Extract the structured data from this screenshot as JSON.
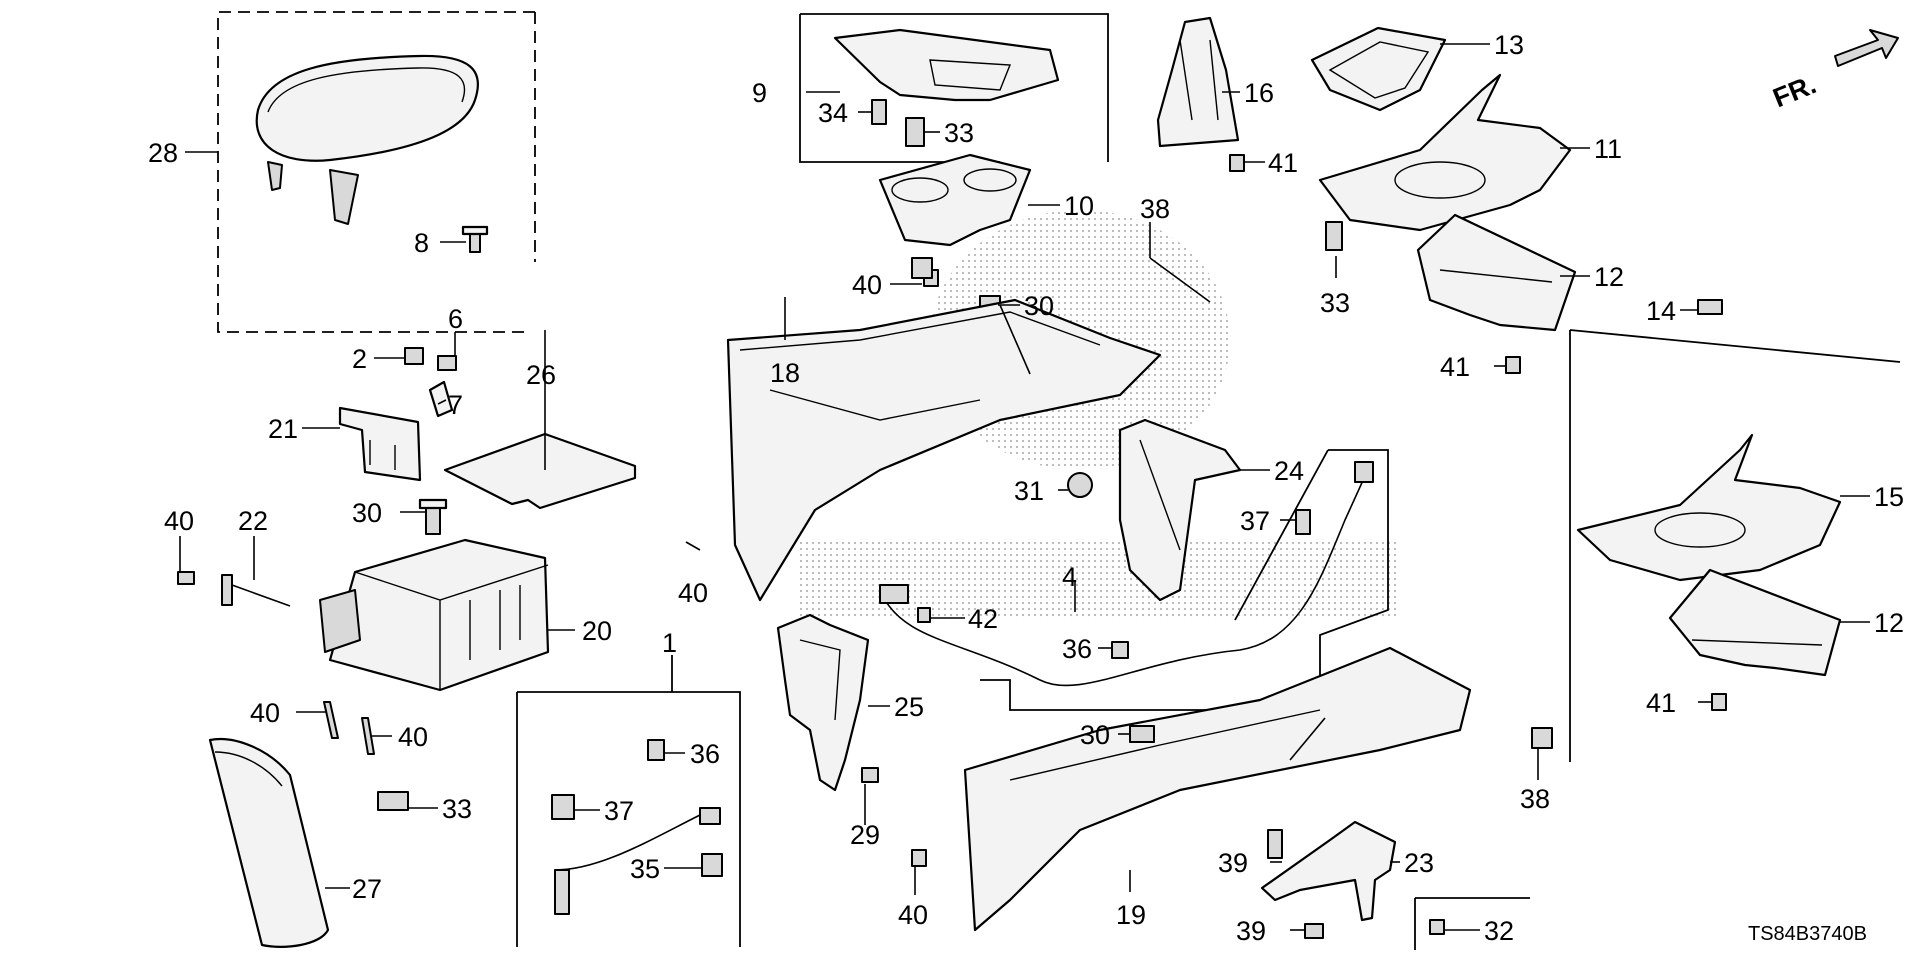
{
  "diagram": {
    "drawing_code": "TS84B3740B",
    "front_marker": "FR.",
    "callouts": {
      "c1": "1",
      "c2": "2",
      "c4": "4",
      "c6": "6",
      "c7": "7",
      "c8": "8",
      "c9": "9",
      "c10": "10",
      "c11": "11",
      "c12a": "12",
      "c12b": "12",
      "c13": "13",
      "c14": "14",
      "c15": "15",
      "c16": "16",
      "c18": "18",
      "c19": "19",
      "c20": "20",
      "c21": "21",
      "c22": "22",
      "c23": "23",
      "c24": "24",
      "c25": "25",
      "c26": "26",
      "c27": "27",
      "c28": "28",
      "c29": "29",
      "c30a": "30",
      "c30b": "30",
      "c30c": "30",
      "c31": "31",
      "c32": "32",
      "c33a": "33",
      "c33b": "33",
      "c33c": "33",
      "c34": "34",
      "c35": "35",
      "c36a": "36",
      "c36b": "36",
      "c37a": "37",
      "c37b": "37",
      "c38a": "38",
      "c38b": "38",
      "c39a": "39",
      "c39b": "39",
      "c40a": "40",
      "c40b": "40",
      "c40c": "40",
      "c40d": "40",
      "c40e": "40",
      "c40f": "40",
      "c41a": "41",
      "c41b": "41",
      "c41c": "41",
      "c42": "42"
    }
  }
}
